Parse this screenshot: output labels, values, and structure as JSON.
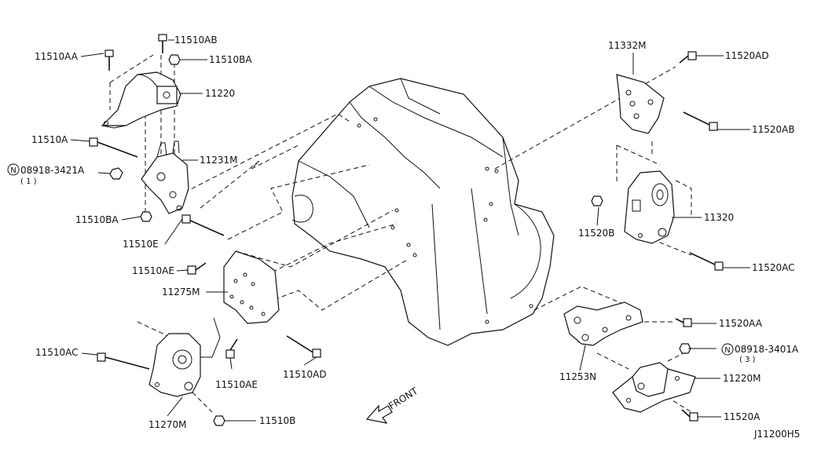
{
  "diagram": {
    "labels": {
      "p11510AA": "11510AA",
      "p11510AB": "11510AB",
      "p11510BA_top": "11510BA",
      "p11220": "11220",
      "p11510A": "11510A",
      "p11231M": "11231M",
      "p08918_3421A": "08918-3421A",
      "p08918_3421A_qty": "( 1 )",
      "p11510BA_low": "11510BA",
      "p11510E": "11510E",
      "p11510AE_top": "11510AE",
      "p11275M": "11275M",
      "p11510AC": "11510AC",
      "p11510AE_low": "11510AE",
      "p11510AD": "11510AD",
      "p11270M": "11270M",
      "p11510B": "11510B",
      "front": "FRONT",
      "p11332M": "11332M",
      "p11520AD": "11520AD",
      "p11520AB": "11520AB",
      "p11520B": "11520B",
      "p11320": "11320",
      "p11520AC": "11520AC",
      "p11520AA": "11520AA",
      "p08918_3401A": "08918-3401A",
      "p08918_3401A_qty": "( 3 )",
      "p11253N": "11253N",
      "p11220M": "11220M",
      "p11520A": "11520A",
      "diagram_id": "J11200H5",
      "nut_mark": "N"
    }
  }
}
